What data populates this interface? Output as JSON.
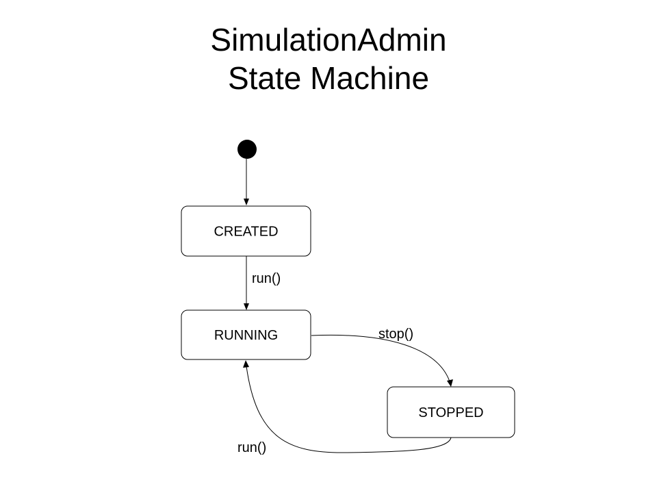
{
  "title": {
    "line1": "SimulationAdmin",
    "line2": "State Machine"
  },
  "states": {
    "created": "CREATED",
    "running": "RUNNING",
    "stopped": "STOPPED"
  },
  "transitions": {
    "created_to_running": "run()",
    "running_to_stopped": "stop()",
    "stopped_to_running": "run()"
  }
}
